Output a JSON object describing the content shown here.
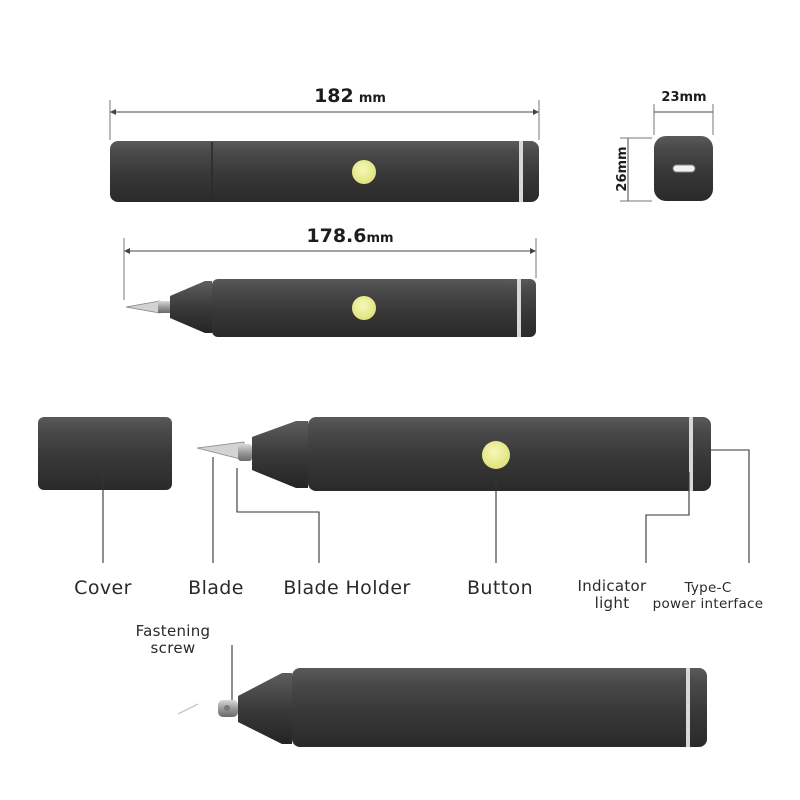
{
  "dimensions": {
    "length_capped": {
      "value": "182",
      "unit": "mm"
    },
    "length_uncapped": {
      "value": "178.6",
      "unit": "mm"
    },
    "width": "23mm",
    "height": "26mm"
  },
  "parts": {
    "cover": "Cover",
    "blade": "Blade",
    "blade_holder": "Blade Holder",
    "button": "Button",
    "indicator_light": [
      "Indicator",
      "light"
    ],
    "type_c": [
      "Type-C",
      "power interface"
    ],
    "fastening_screw": [
      "Fastening",
      "screw"
    ]
  },
  "colors": {
    "body": "#3e3e3e",
    "button": "#e9ec8c",
    "leader": "#333333"
  }
}
